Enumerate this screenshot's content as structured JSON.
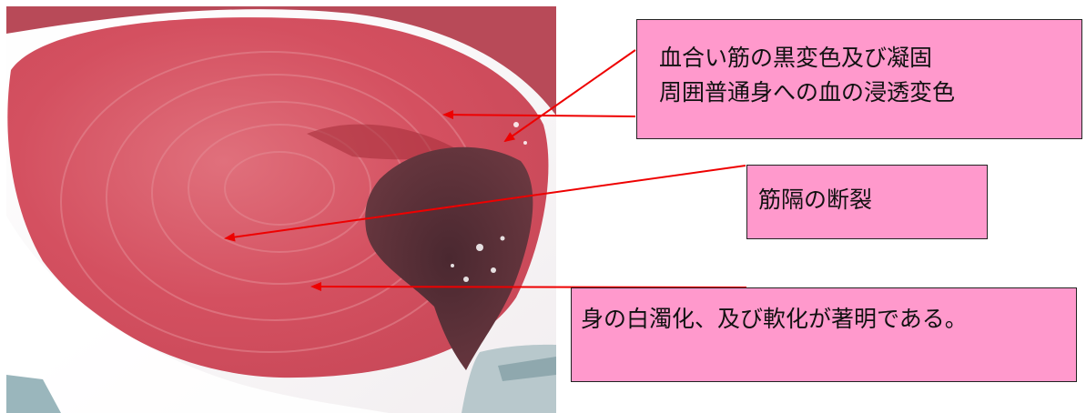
{
  "labels": [
    {
      "lines": [
        "血合い筋の黒変色及び凝固",
        "周囲普通身への血の浸透変色"
      ]
    },
    {
      "lines": [
        "筋隔の断裂"
      ]
    },
    {
      "lines": [
        "身の白濁化、及び軟化が著明である。"
      ]
    }
  ],
  "colors": {
    "label_fill": "#ff99cc",
    "arrow": "#ee0000",
    "flesh": "#d45060",
    "dark_blood_muscle": "#5a3038"
  }
}
